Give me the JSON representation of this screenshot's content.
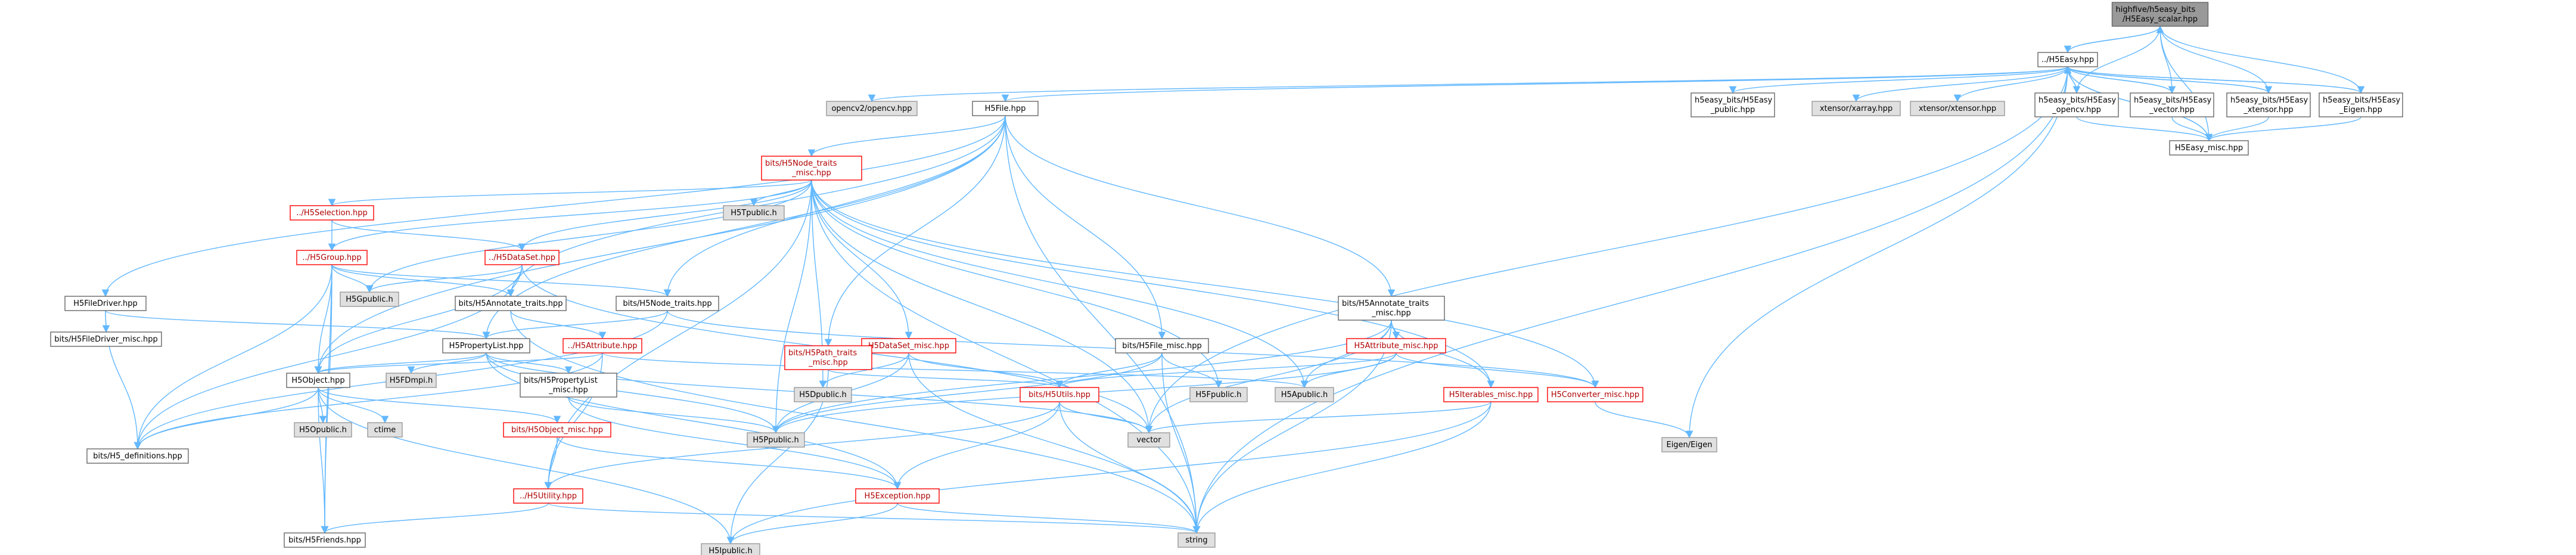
{
  "colors": {
    "edge": "#63b8ff",
    "root": "#999999",
    "red_border": "#ff0000",
    "gray_fill": "#e0e0e0"
  },
  "nodes": [
    {
      "id": "scalar",
      "label": [
        "highfive/h5easy_bits",
        "/H5Easy_scalar.hpp"
      ],
      "style": "root"
    },
    {
      "id": "h5easy",
      "label": [
        "../H5Easy.hpp"
      ],
      "style": "plain"
    },
    {
      "id": "opencv2",
      "label": [
        "opencv2/opencv.hpp"
      ],
      "style": "gray"
    },
    {
      "id": "h5file",
      "label": [
        "H5File.hpp"
      ],
      "style": "plain"
    },
    {
      "id": "public",
      "label": [
        "h5easy_bits/H5Easy",
        "_public.hpp"
      ],
      "style": "plain"
    },
    {
      "id": "xarray",
      "label": [
        "xtensor/xarray.hpp"
      ],
      "style": "gray"
    },
    {
      "id": "xtensor",
      "label": [
        "xtensor/xtensor.hpp"
      ],
      "style": "gray"
    },
    {
      "id": "e_opencv",
      "label": [
        "h5easy_bits/H5Easy",
        "_opencv.hpp"
      ],
      "style": "plain"
    },
    {
      "id": "e_vector",
      "label": [
        "h5easy_bits/H5Easy",
        "_vector.hpp"
      ],
      "style": "plain"
    },
    {
      "id": "e_xtensor",
      "label": [
        "h5easy_bits/H5Easy",
        "_xtensor.hpp"
      ],
      "style": "plain"
    },
    {
      "id": "e_eigen",
      "label": [
        "h5easy_bits/H5Easy",
        "_Eigen.hpp"
      ],
      "style": "plain"
    },
    {
      "id": "e_misc",
      "label": [
        "H5Easy_misc.hpp"
      ],
      "style": "plain"
    },
    {
      "id": "node_traits_misc",
      "label": [
        "bits/H5Node_traits",
        "_misc.hpp"
      ],
      "style": "red"
    },
    {
      "id": "selection",
      "label": [
        "../H5Selection.hpp"
      ],
      "style": "red"
    },
    {
      "id": "h5tpublic",
      "label": [
        "H5Tpublic.h"
      ],
      "style": "gray"
    },
    {
      "id": "group",
      "label": [
        "../H5Group.hpp"
      ],
      "style": "red"
    },
    {
      "id": "dataset",
      "label": [
        "../H5DataSet.hpp"
      ],
      "style": "red"
    },
    {
      "id": "h5gpublic",
      "label": [
        "H5Gpublic.h"
      ],
      "style": "gray"
    },
    {
      "id": "filedriver",
      "label": [
        "H5FileDriver.hpp"
      ],
      "style": "plain"
    },
    {
      "id": "annotate_traits",
      "label": [
        "bits/H5Annotate_traits.hpp"
      ],
      "style": "plain"
    },
    {
      "id": "node_traits",
      "label": [
        "bits/H5Node_traits.hpp"
      ],
      "style": "plain"
    },
    {
      "id": "annotate_misc",
      "label": [
        "bits/H5Annotate_traits",
        "_misc.hpp"
      ],
      "style": "plain"
    },
    {
      "id": "filedriver_misc",
      "label": [
        "bits/H5FileDriver_misc.hpp"
      ],
      "style": "plain"
    },
    {
      "id": "proplist",
      "label": [
        "H5PropertyList.hpp"
      ],
      "style": "plain"
    },
    {
      "id": "attribute",
      "label": [
        "../H5Attribute.hpp"
      ],
      "style": "red"
    },
    {
      "id": "dataset_misc",
      "label": [
        "H5DataSet_misc.hpp"
      ],
      "style": "red"
    },
    {
      "id": "path_traits",
      "label": [
        "bits/H5Path_traits",
        "_misc.hpp"
      ],
      "style": "red"
    },
    {
      "id": "file_misc",
      "label": [
        "bits/H5File_misc.hpp"
      ],
      "style": "plain"
    },
    {
      "id": "attribute_misc",
      "label": [
        "H5Attribute_misc.hpp"
      ],
      "style": "red"
    },
    {
      "id": "h5object",
      "label": [
        "H5Object.hpp"
      ],
      "style": "plain"
    },
    {
      "id": "h5fdmpi",
      "label": [
        "H5FDmpi.h"
      ],
      "style": "gray"
    },
    {
      "id": "proplist_misc",
      "label": [
        "bits/H5PropertyList",
        "_misc.hpp"
      ],
      "style": "plain"
    },
    {
      "id": "h5dpublic",
      "label": [
        "H5Dpublic.h"
      ],
      "style": "gray"
    },
    {
      "id": "h5utils",
      "label": [
        "bits/H5Utils.hpp"
      ],
      "style": "red"
    },
    {
      "id": "h5fpublic",
      "label": [
        "H5Fpublic.h"
      ],
      "style": "gray"
    },
    {
      "id": "h5apublic",
      "label": [
        "H5Apublic.h"
      ],
      "style": "gray"
    },
    {
      "id": "iterables",
      "label": [
        "H5Iterables_misc.hpp"
      ],
      "style": "red"
    },
    {
      "id": "converter",
      "label": [
        "H5Converter_misc.hpp"
      ],
      "style": "red"
    },
    {
      "id": "h5opublic",
      "label": [
        "H5Opublic.h"
      ],
      "style": "gray"
    },
    {
      "id": "ctime",
      "label": [
        "ctime"
      ],
      "style": "gray"
    },
    {
      "id": "object_misc",
      "label": [
        "bits/H5Object_misc.hpp"
      ],
      "style": "red"
    },
    {
      "id": "h5ppublic",
      "label": [
        "H5Ppublic.h"
      ],
      "style": "gray"
    },
    {
      "id": "vector",
      "label": [
        "vector"
      ],
      "style": "gray"
    },
    {
      "id": "eigen",
      "label": [
        "Eigen/Eigen"
      ],
      "style": "gray"
    },
    {
      "id": "h5def",
      "label": [
        "bits/H5_definitions.hpp"
      ],
      "style": "plain"
    },
    {
      "id": "h5utility",
      "label": [
        "../H5Utility.hpp"
      ],
      "style": "red"
    },
    {
      "id": "h5exception",
      "label": [
        "H5Exception.hpp"
      ],
      "style": "red"
    },
    {
      "id": "h5friends",
      "label": [
        "bits/H5Friends.hpp"
      ],
      "style": "plain"
    },
    {
      "id": "string",
      "label": [
        "string"
      ],
      "style": "gray"
    },
    {
      "id": "h5ipublic",
      "label": [
        "H5Ipublic.h"
      ],
      "style": "gray"
    }
  ],
  "edges": [
    [
      "scalar",
      "h5easy"
    ],
    [
      "scalar",
      "e_misc"
    ],
    [
      "h5easy",
      "scalar"
    ],
    [
      "h5easy",
      "opencv2"
    ],
    [
      "h5easy",
      "h5file"
    ],
    [
      "h5easy",
      "public"
    ],
    [
      "h5easy",
      "xarray"
    ],
    [
      "h5easy",
      "xtensor"
    ],
    [
      "h5easy",
      "e_opencv"
    ],
    [
      "h5easy",
      "e_vector"
    ],
    [
      "h5easy",
      "e_xtensor"
    ],
    [
      "h5easy",
      "e_eigen"
    ],
    [
      "h5easy",
      "e_misc"
    ],
    [
      "h5easy",
      "vector"
    ],
    [
      "h5easy",
      "eigen"
    ],
    [
      "h5easy",
      "string"
    ],
    [
      "e_opencv",
      "h5easy"
    ],
    [
      "e_opencv",
      "e_misc"
    ],
    [
      "e_vector",
      "h5easy"
    ],
    [
      "e_vector",
      "e_misc"
    ],
    [
      "e_xtensor",
      "h5easy"
    ],
    [
      "e_xtensor",
      "e_misc"
    ],
    [
      "e_eigen",
      "h5easy"
    ],
    [
      "e_eigen",
      "e_misc"
    ],
    [
      "e_eigen",
      "scalar"
    ],
    [
      "e_misc",
      "h5easy"
    ],
    [
      "e_opencv",
      "scalar"
    ],
    [
      "e_vector",
      "scalar"
    ],
    [
      "e_xtensor",
      "scalar"
    ],
    [
      "h5file",
      "node_traits_misc"
    ],
    [
      "h5file",
      "filedriver"
    ],
    [
      "h5file",
      "annotate_traits"
    ],
    [
      "h5file",
      "node_traits"
    ],
    [
      "h5file",
      "annotate_misc"
    ],
    [
      "h5file",
      "path_traits"
    ],
    [
      "h5file",
      "file_misc"
    ],
    [
      "h5file",
      "h5object"
    ],
    [
      "h5file",
      "proplist"
    ],
    [
      "h5file",
      "string"
    ],
    [
      "node_traits_misc",
      "selection"
    ],
    [
      "node_traits_misc",
      "h5tpublic"
    ],
    [
      "node_traits_misc",
      "group"
    ],
    [
      "node_traits_misc",
      "dataset"
    ],
    [
      "node_traits_misc",
      "h5gpublic"
    ],
    [
      "node_traits_misc",
      "dataset_misc"
    ],
    [
      "node_traits_misc",
      "h5dpublic"
    ],
    [
      "node_traits_misc",
      "h5ppublic"
    ],
    [
      "node_traits_misc",
      "h5fpublic"
    ],
    [
      "node_traits_misc",
      "h5apublic"
    ],
    [
      "node_traits_misc",
      "iterables"
    ],
    [
      "node_traits_misc",
      "converter"
    ],
    [
      "node_traits_misc",
      "vector"
    ],
    [
      "node_traits_misc",
      "string"
    ],
    [
      "node_traits_misc",
      "h5utility"
    ],
    [
      "selection",
      "dataset"
    ],
    [
      "selection",
      "h5friends"
    ],
    [
      "group",
      "h5gpublic"
    ],
    [
      "group",
      "annotate_traits"
    ],
    [
      "group",
      "node_traits"
    ],
    [
      "group",
      "h5object"
    ],
    [
      "group",
      "h5def"
    ],
    [
      "group",
      "h5friends"
    ],
    [
      "dataset",
      "h5gpublic"
    ],
    [
      "dataset",
      "annotate_traits"
    ],
    [
      "dataset",
      "h5object"
    ],
    [
      "dataset",
      "h5def"
    ],
    [
      "dataset",
      "vector"
    ],
    [
      "filedriver",
      "filedriver_misc"
    ],
    [
      "filedriver",
      "proplist"
    ],
    [
      "filedriver",
      "h5def"
    ],
    [
      "annotate_traits",
      "attribute"
    ],
    [
      "annotate_traits",
      "string"
    ],
    [
      "node_traits",
      "proplist"
    ],
    [
      "node_traits",
      "h5def"
    ],
    [
      "node_traits",
      "converter"
    ],
    [
      "annotate_misc",
      "attribute_misc"
    ],
    [
      "annotate_misc",
      "h5ppublic"
    ],
    [
      "annotate_misc",
      "iterables"
    ],
    [
      "annotate_misc",
      "h5apublic"
    ],
    [
      "annotate_misc",
      "vector"
    ],
    [
      "annotate_misc",
      "string"
    ],
    [
      "attribute",
      "h5object"
    ],
    [
      "attribute",
      "h5apublic"
    ],
    [
      "attribute",
      "h5utility"
    ],
    [
      "attribute",
      "h5def"
    ],
    [
      "proplist",
      "h5fdmpi"
    ],
    [
      "proplist",
      "h5object"
    ],
    [
      "proplist",
      "proplist_misc"
    ],
    [
      "proplist",
      "h5ppublic"
    ],
    [
      "proplist",
      "h5exception"
    ],
    [
      "proplist",
      "vector"
    ],
    [
      "proplist_misc",
      "h5ppublic"
    ],
    [
      "proplist_misc",
      "h5exception"
    ],
    [
      "dataset_misc",
      "h5dpublic"
    ],
    [
      "dataset_misc",
      "h5utils"
    ],
    [
      "dataset_misc",
      "h5ppublic"
    ],
    [
      "dataset_misc",
      "string"
    ],
    [
      "path_traits",
      "h5utils"
    ],
    [
      "path_traits",
      "h5ipublic"
    ],
    [
      "file_misc",
      "h5fpublic"
    ],
    [
      "file_misc",
      "h5utils"
    ],
    [
      "file_misc",
      "h5ppublic"
    ],
    [
      "file_misc",
      "string"
    ],
    [
      "attribute_misc",
      "h5apublic"
    ],
    [
      "attribute_misc",
      "h5utils"
    ],
    [
      "attribute_misc",
      "converter"
    ],
    [
      "attribute_misc",
      "h5ppublic"
    ],
    [
      "h5object",
      "h5opublic"
    ],
    [
      "h5object",
      "ctime"
    ],
    [
      "h5object",
      "object_misc"
    ],
    [
      "h5object",
      "h5def"
    ],
    [
      "h5object",
      "h5friends"
    ],
    [
      "h5object",
      "h5ipublic"
    ],
    [
      "h5utils",
      "h5exception"
    ],
    [
      "h5utils",
      "h5utility"
    ],
    [
      "h5utils",
      "vector"
    ],
    [
      "h5utils",
      "string"
    ],
    [
      "iterables",
      "vector"
    ],
    [
      "iterables",
      "string"
    ],
    [
      "iterables",
      "h5ipublic"
    ],
    [
      "converter",
      "eigen"
    ],
    [
      "object_misc",
      "h5utility"
    ],
    [
      "object_misc",
      "h5exception"
    ],
    [
      "h5utility",
      "h5friends"
    ],
    [
      "h5utility",
      "string"
    ],
    [
      "h5exception",
      "h5ipublic"
    ],
    [
      "h5exception",
      "string"
    ]
  ]
}
